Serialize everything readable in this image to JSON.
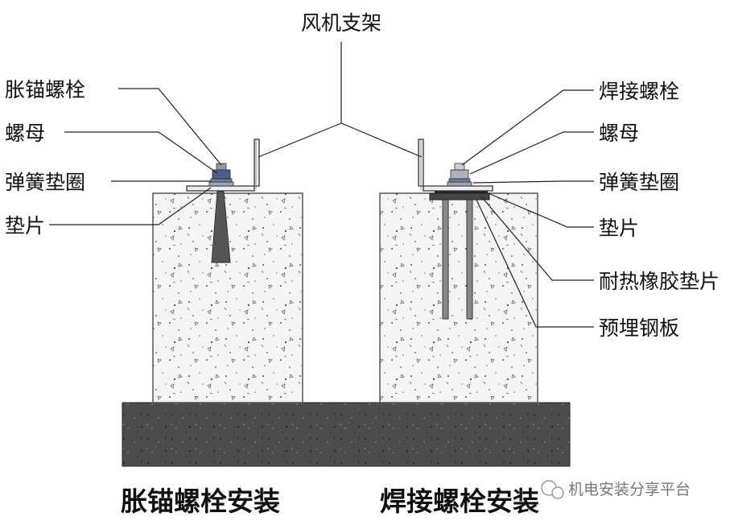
{
  "diagram": {
    "top_label": "风机支架",
    "left": {
      "labels": [
        "胀锚螺栓",
        "螺母",
        "弹簧垫圈",
        "垫片"
      ],
      "title": "胀锚螺栓安装"
    },
    "right": {
      "labels": [
        "焊接螺栓",
        "螺母",
        "弹簧垫圈",
        "垫片",
        "耐热橡胶垫片",
        "预埋钢板"
      ],
      "title": "焊接螺栓安装"
    },
    "watermark": "机电安装分享平台"
  }
}
